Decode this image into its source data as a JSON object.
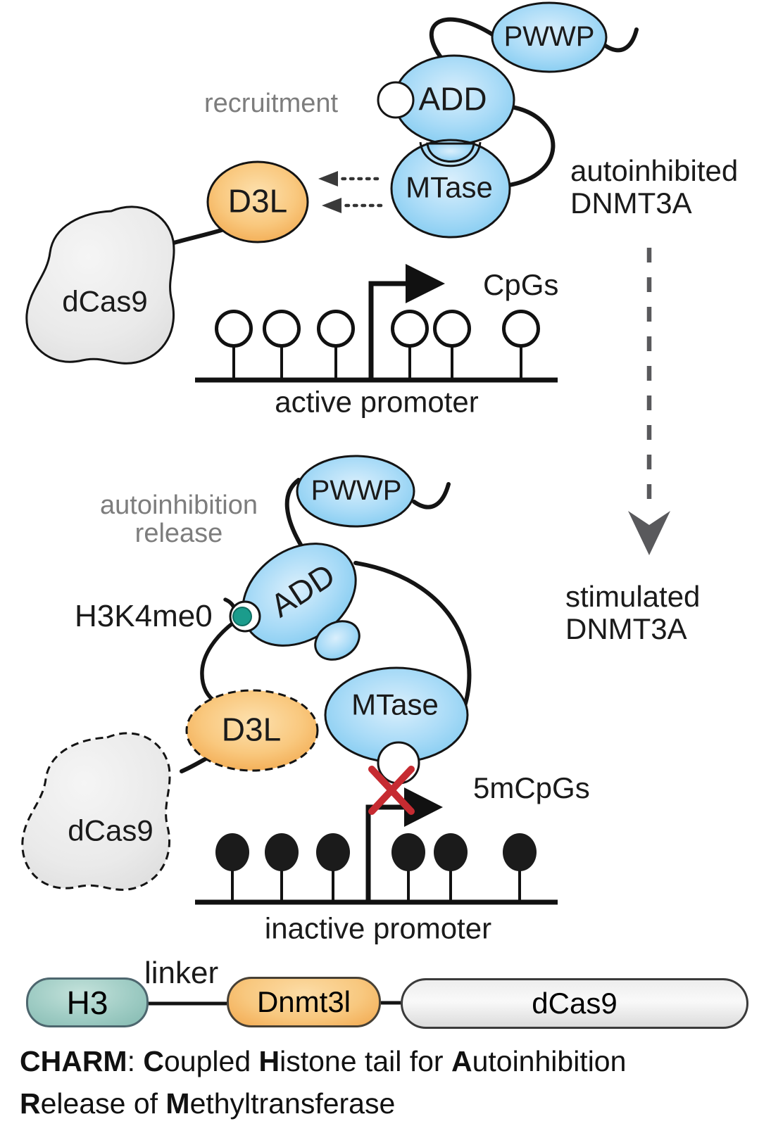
{
  "figure": {
    "top": {
      "recruitment": "recruitment",
      "pwwp": "PWWP",
      "add": "ADD",
      "mtase": "MTase",
      "d3l": "D3L",
      "dcas9": "dCas9",
      "state_line1": "autoinhibited",
      "state_line2": "DNMT3A",
      "cpg": "CpGs",
      "promoter": "active promoter"
    },
    "middle": {
      "release_line1": "autoinhibition",
      "release_line2": "release",
      "pwwp": "PWWP",
      "add": "ADD",
      "mtase": "MTase",
      "d3l": "D3L",
      "dcas9": "dCas9",
      "histone_mark": "H3K4me0",
      "state_line1": "stimulated",
      "state_line2": "DNMT3A",
      "cpg": "5mCpGs",
      "promoter": "inactive promoter"
    },
    "construct": {
      "h3": "H3",
      "linker": "linker",
      "dnmt3l": "Dnmt3l",
      "dcas9": "dCas9"
    },
    "caption": {
      "lines": [
        [
          {
            "text": "CHARM",
            "bold": true
          },
          {
            "text": ": ",
            "bold": false
          },
          {
            "text": "C",
            "bold": true
          },
          {
            "text": "oupled ",
            "bold": false
          },
          {
            "text": "H",
            "bold": true
          },
          {
            "text": "istone tail for ",
            "bold": false
          },
          {
            "text": "A",
            "bold": true
          },
          {
            "text": "utoinhibition",
            "bold": false
          }
        ],
        [
          {
            "text": "R",
            "bold": true
          },
          {
            "text": "elease of ",
            "bold": false
          },
          {
            "text": "M",
            "bold": true
          },
          {
            "text": "ethyltransferase",
            "bold": false
          }
        ]
      ]
    },
    "colors": {
      "domain_blue": "#7cc8ef",
      "domain_orange": "#f2a84e",
      "histone_teal": "#1b9c8c",
      "h3_box_teal": "#8cc0b8",
      "dcas9_gray": "#e8e8e8",
      "inhibit_x_red": "#c62b31",
      "annotation_gray": "#7d7d7d"
    }
  }
}
